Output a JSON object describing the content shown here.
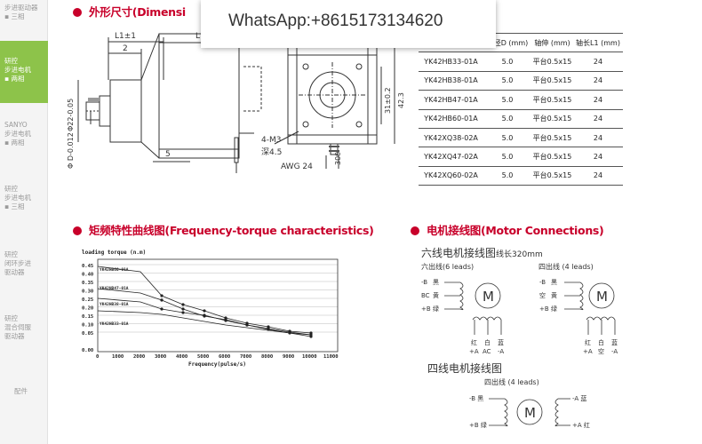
{
  "sidebar": {
    "items": [
      {
        "line1": "步进驱动器",
        "line2": "▪ 三相"
      },
      {
        "line1": "研控",
        "line2": "步进电机",
        "line3": "▪ 两相"
      },
      {
        "line1": "SANYO",
        "line2": "步进电机",
        "line3": "▪ 两相"
      },
      {
        "line1": "研控",
        "line2": "步进电机",
        "line3": "▪ 三相"
      },
      {
        "line1": "研控",
        "line2": "闭环步进",
        "line3": "驱动器"
      },
      {
        "line1": "研控",
        "line2": "混合伺服",
        "line3": "驱动器"
      },
      {
        "line1": "配件"
      }
    ]
  },
  "overlay": {
    "text": "WhatsApp:+8615173134620"
  },
  "dimensions": {
    "heading": "外形尺寸(Dimensi",
    "labels": {
      "l1": "L1±1",
      "two": "2",
      "l_small": "L",
      "phi22": "Φ22-0.05",
      "phi22_zero": "0",
      "phiD": "Φ D-0.012",
      "phiD_zero": "0",
      "five": "5",
      "m3": "4-M3",
      "depth": "深4.5",
      "awg": "AWG 24",
      "three_hundred": "300",
      "dim31": "31±0.2",
      "dim42": "42.3"
    }
  },
  "spec_table": {
    "headers": [
      "",
      "轴径D (mm)",
      "轴伸 (mm)",
      "轴长L1 (mm)"
    ],
    "rows": [
      [
        "YK42HB33-01A",
        "5.0",
        "平台0.5x15",
        "24"
      ],
      [
        "YK42HB38-01A",
        "5.0",
        "平台0.5x15",
        "24"
      ],
      [
        "YK42HB47-01A",
        "5.0",
        "平台0.5x15",
        "24"
      ],
      [
        "YK42HB60-01A",
        "5.0",
        "平台0.5x15",
        "24"
      ],
      [
        "YK42XQ38-02A",
        "5.0",
        "平台0.5x15",
        "24"
      ],
      [
        "YK42XQ47-02A",
        "5.0",
        "平台0.5x15",
        "24"
      ],
      [
        "YK42XQ60-02A",
        "5.0",
        "平台0.5x15",
        "24"
      ]
    ]
  },
  "torque": {
    "heading": "矩频特性曲线图(Frequency-torque characteristics)",
    "ylabel": "loading torque (n.m)",
    "xlabel": "Frequency(pulse/s)",
    "yticks": [
      "0.45",
      "0.40",
      "0.35",
      "0.30",
      "0.25",
      "0.20",
      "0.15",
      "0.10",
      "0.05",
      "0.00"
    ],
    "xticks": [
      "0",
      "1000",
      "2000",
      "3000",
      "4000",
      "5000",
      "6000",
      "7000",
      "8000",
      "9000",
      "10000",
      "11000"
    ],
    "series_labels": [
      "YK42HB60-01A",
      "YK42HB47-01A",
      "YK42HB38-01A",
      "YK42HB33-01A"
    ]
  },
  "connections": {
    "heading": "电机接线图(Motor Connections)",
    "six_title": "六线电机接线图",
    "six_note": "线长320mm",
    "six_sub": "六出线(6 leads)",
    "six_left": [
      "-B",
      "黑",
      "BC",
      "黄",
      "+B",
      "绿"
    ],
    "six_bottom": [
      "红",
      "白",
      "蓝",
      "+A",
      "AC",
      "-A"
    ],
    "four_sub_right": "四出线 (4 leads)",
    "four_right_left": [
      "-B",
      "黑",
      "空",
      "黄",
      "+B",
      "绿"
    ],
    "four_right_bottom": [
      "红",
      "白",
      "蓝",
      "+A",
      "空",
      "-A"
    ],
    "four_title": "四线电机接线图",
    "four_sub": "四出线 (4 leads)",
    "four_left": [
      "-B 黑",
      "+B 绿"
    ],
    "four_right": [
      "-A 蓝",
      "+A 红"
    ],
    "motor": "M"
  }
}
